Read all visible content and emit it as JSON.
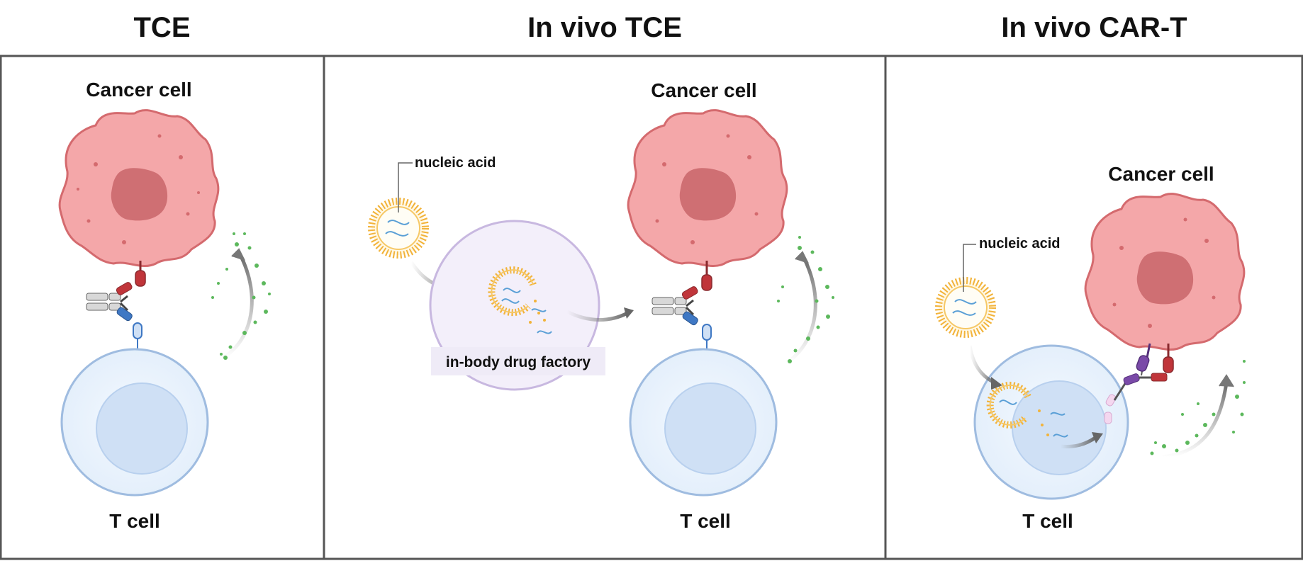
{
  "panels": [
    {
      "title": "TCE",
      "cancer_label": "Cancer cell",
      "tcell_label": "T cell"
    },
    {
      "title": "In vivo TCE",
      "cancer_label": "Cancer cell",
      "tcell_label": "T cell",
      "nucleic_label": "nucleic acid",
      "factory_label": "in-body drug factory"
    },
    {
      "title": "In vivo CAR-T",
      "cancer_label": "Cancer cell",
      "tcell_label": "T cell",
      "nucleic_label": "nucleic acid"
    }
  ],
  "colors": {
    "cancer_fill": "#f4a7a9",
    "cancer_stroke": "#d46a6e",
    "nucleus_fill": "#cf6f73",
    "tcell_fill": "#e8f2fc",
    "tcell_stroke": "#9fbce0",
    "tcell_nucleus": "#cfe0f5",
    "lipid": "#f2b33a",
    "factory_fill": "#f3effa",
    "factory_stroke": "#c8b8e0",
    "cytokine": "#5cb85c",
    "antibody_red": "#c0353a",
    "antibody_blue": "#3f78c4",
    "car_purple": "#7a4aa8",
    "frame": "#555555"
  }
}
